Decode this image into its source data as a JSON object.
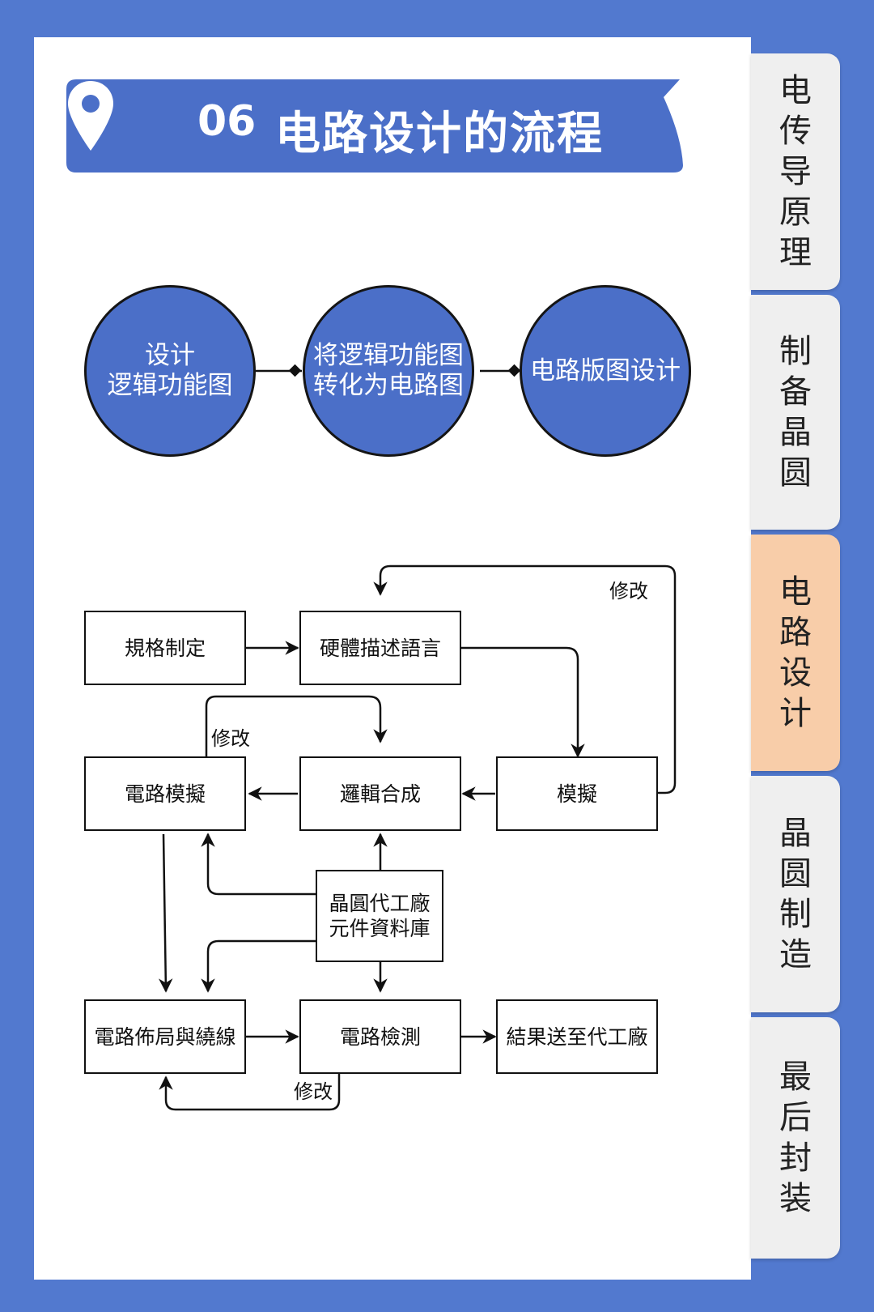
{
  "header": {
    "number": "06",
    "title": "电路设计的流程",
    "banner_color": "#4b6fc8"
  },
  "top_steps": [
    {
      "line1": "设计",
      "line2": "逻辑功能图"
    },
    {
      "line1": "将逻辑功能图",
      "line2": "转化为电路图"
    },
    {
      "line1": "电路版图设计",
      "line2": ""
    }
  ],
  "flowchart": {
    "boxes": {
      "spec": "規格制定",
      "hdl": "硬體描述語言",
      "sim": "模擬",
      "synth": "邏輯合成",
      "circuit_sim": "電路模擬",
      "library_line1": "晶圓代工廠",
      "library_line2": "元件資料庫",
      "layout": "電路佈局與繞線",
      "check": "電路檢測",
      "result": "結果送至代工廠"
    },
    "notes": {
      "revise_top": "修改",
      "revise_mid": "修改",
      "revise_bottom": "修改"
    }
  },
  "sidebar": {
    "tabs": [
      {
        "label": "电传导原理",
        "active": false
      },
      {
        "label": "制备晶圆",
        "active": false
      },
      {
        "label": "电路设计",
        "active": true
      },
      {
        "label": "晶圆制造",
        "active": false
      },
      {
        "label": "最后封装",
        "active": false
      }
    ]
  },
  "colors": {
    "page_background": "#5279cf",
    "circle_fill": "#4b6fc8",
    "active_tab": "#f8cda9",
    "inactive_tab": "#efefef"
  }
}
